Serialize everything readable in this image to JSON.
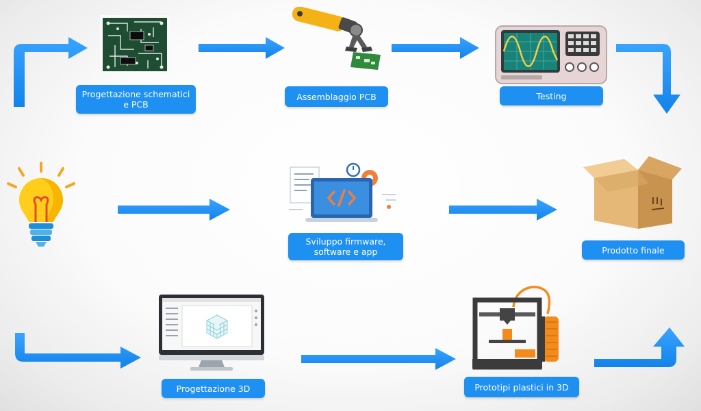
{
  "diagram": {
    "accent_color": "#1e90f2",
    "steps": {
      "pcb_design": "Progettazione schematici\ne PCB",
      "pcb_assembly": "Assemblaggio PCB",
      "testing": "Testing",
      "firmware": "Sviluppo firmware,\nsoftware e app",
      "final_product": "Prodotto finale",
      "design_3d": "Progettazione 3D",
      "prototypes_3d": "Prototipi plastici in 3D"
    },
    "icons": {
      "idea": "lightbulb-icon",
      "pcb_design": "pcb-board-icon",
      "pcb_assembly": "robot-arm-icon",
      "testing": "oscilloscope-icon",
      "firmware": "code-screen-icon",
      "final_product": "cardboard-box-icon",
      "design_3d": "cad-monitor-icon",
      "prototypes_3d": "3d-printer-icon"
    }
  }
}
